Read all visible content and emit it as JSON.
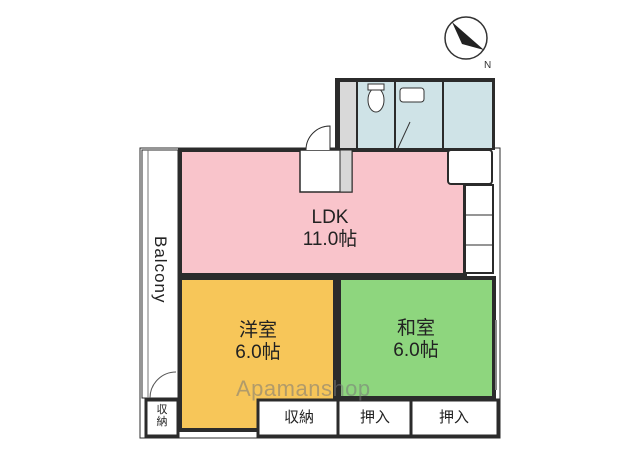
{
  "compass": {
    "label": "N"
  },
  "rooms": {
    "ldk": {
      "name": "LDK",
      "size": "11.0帖"
    },
    "western": {
      "name": "洋室",
      "size": "6.0帖"
    },
    "japanese": {
      "name": "和室",
      "size": "6.0帖"
    }
  },
  "balcony": {
    "label": "Balcony"
  },
  "storage": {
    "small_left": "収\n納",
    "shunou": "収納",
    "oshiire_1": "押入",
    "oshiire_2": "押入"
  },
  "watermark": {
    "text": "Apamanshop"
  },
  "colors": {
    "ldk": "#f9c4cb",
    "western": "#f7c659",
    "japanese": "#8ed67e",
    "wet_area": "#cfe3e7",
    "wall": "#2b2b2b",
    "balcony": "#ffffff"
  }
}
